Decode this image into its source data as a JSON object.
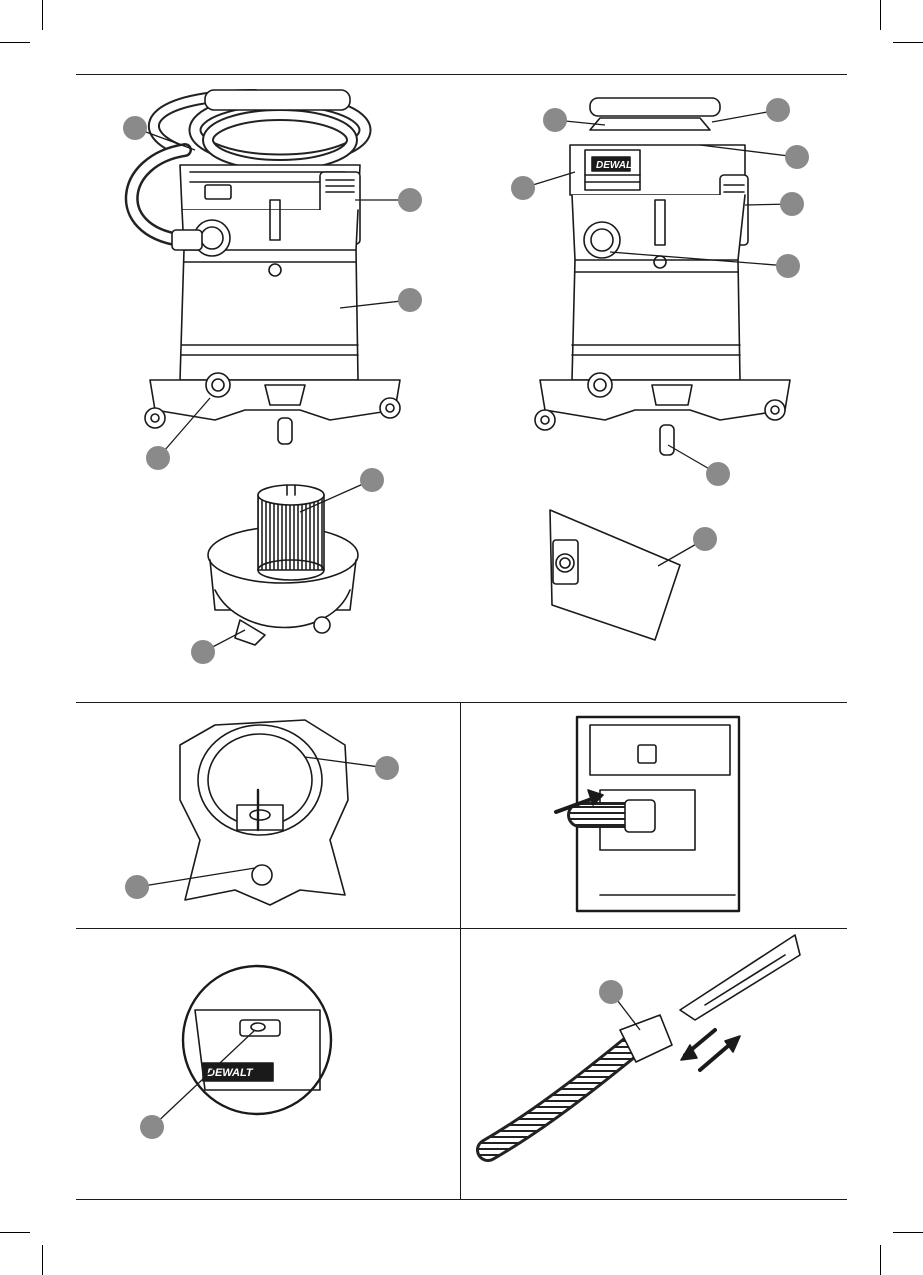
{
  "brand_logo": "DEWALT",
  "colors": {
    "ink": "#1a1a1a",
    "callout_fill": "#8a8a8a",
    "paper": "#ffffff",
    "shade": "#d9d9d9"
  },
  "icons": [
    "crop-mark",
    "callout-circle",
    "direction-arrow"
  ]
}
